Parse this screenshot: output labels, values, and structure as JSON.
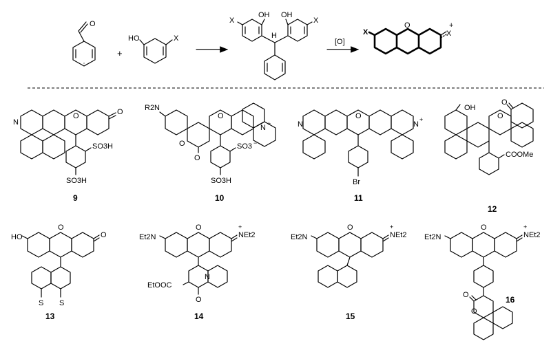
{
  "scheme": {
    "plus": "+",
    "reactant2_groups": {
      "hydroxyl": "HO",
      "substituent": "X"
    },
    "intermediate_groups": {
      "hydroxyl_left": "OH",
      "hydroxyl_right": "OH",
      "h": "H",
      "x_left": "X",
      "x_right": "X"
    },
    "oxidant": "[O]",
    "product_groups": {
      "x_left": "X",
      "ring_o": "O",
      "x_right": "X",
      "charge": "+"
    }
  },
  "compounds": [
    {
      "label": "9",
      "groups": [
        "O",
        "N",
        "O",
        "SO3H",
        "SO3H"
      ]
    },
    {
      "label": "10",
      "groups": [
        "R2N",
        "O",
        "N",
        "+",
        "O",
        "O",
        "SO3",
        "−",
        "SO3H"
      ]
    },
    {
      "label": "11",
      "groups": [
        "N",
        "O",
        "N",
        "+",
        "Br"
      ]
    },
    {
      "label": "12",
      "groups": [
        "OH",
        "O",
        "O",
        "COOMe"
      ]
    },
    {
      "label": "13",
      "groups": [
        "HO",
        "O",
        "O",
        "S",
        "S"
      ]
    },
    {
      "label": "14",
      "groups": [
        "Et2N",
        "O",
        "NEt2",
        "+",
        "EtOOC",
        "N",
        "O"
      ]
    },
    {
      "label": "15",
      "groups": [
        "Et2N",
        "O",
        "NEt2",
        "+"
      ]
    },
    {
      "label": "16",
      "groups": [
        "Et2N",
        "O",
        "NEt2",
        "+",
        "O",
        "O"
      ]
    }
  ]
}
